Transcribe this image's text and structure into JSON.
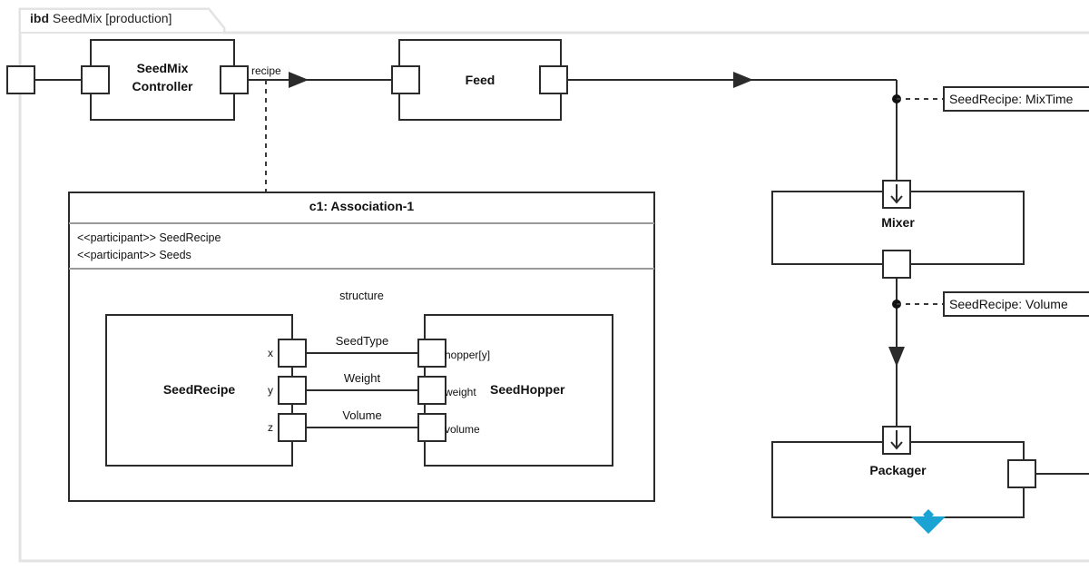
{
  "frame": {
    "tag_kind": "ibd",
    "tag_name": "SeedMix [production]",
    "border_color": "#e3e3e3"
  },
  "blocks": {
    "controller": {
      "title_line1": "SeedMix",
      "title_line2": "Controller"
    },
    "feed": {
      "title": "Feed"
    },
    "mixer": {
      "title": "Mixer"
    },
    "packager": {
      "title": "Packager"
    },
    "seedrecipe": {
      "title": "SeedRecipe"
    },
    "seedhopper": {
      "title": "SeedHopper"
    }
  },
  "association": {
    "header": "c1: Association-1",
    "participants": [
      "<<participant>> SeedRecipe",
      "<<participant>> Seeds"
    ],
    "structure_label": "structure"
  },
  "ports": {
    "recipe": "recipe",
    "seedrecipe_x": "x",
    "seedrecipe_y": "y",
    "seedrecipe_z": "z",
    "hopper": "hopper[y]",
    "weight": "weight",
    "volume": "volume"
  },
  "connectors": {
    "seedtype": "SeedType",
    "weight": "Weight",
    "volume": "Volume"
  },
  "value_callouts": [
    {
      "text": "SeedRecipe: MixTime"
    },
    {
      "text": "SeedRecipe: Volume"
    }
  ],
  "icons": {
    "flow_in_arrow": "arrow-down-icon",
    "connector_arrowhead": "arrowhead-right-icon",
    "collapse_marker": "double-chevron-down-icon"
  },
  "colors": {
    "stroke": "#2b2b2b",
    "accent": "#1ba3d4",
    "frame": "#e3e3e3",
    "compartment_divider": "#9a9a9a"
  }
}
